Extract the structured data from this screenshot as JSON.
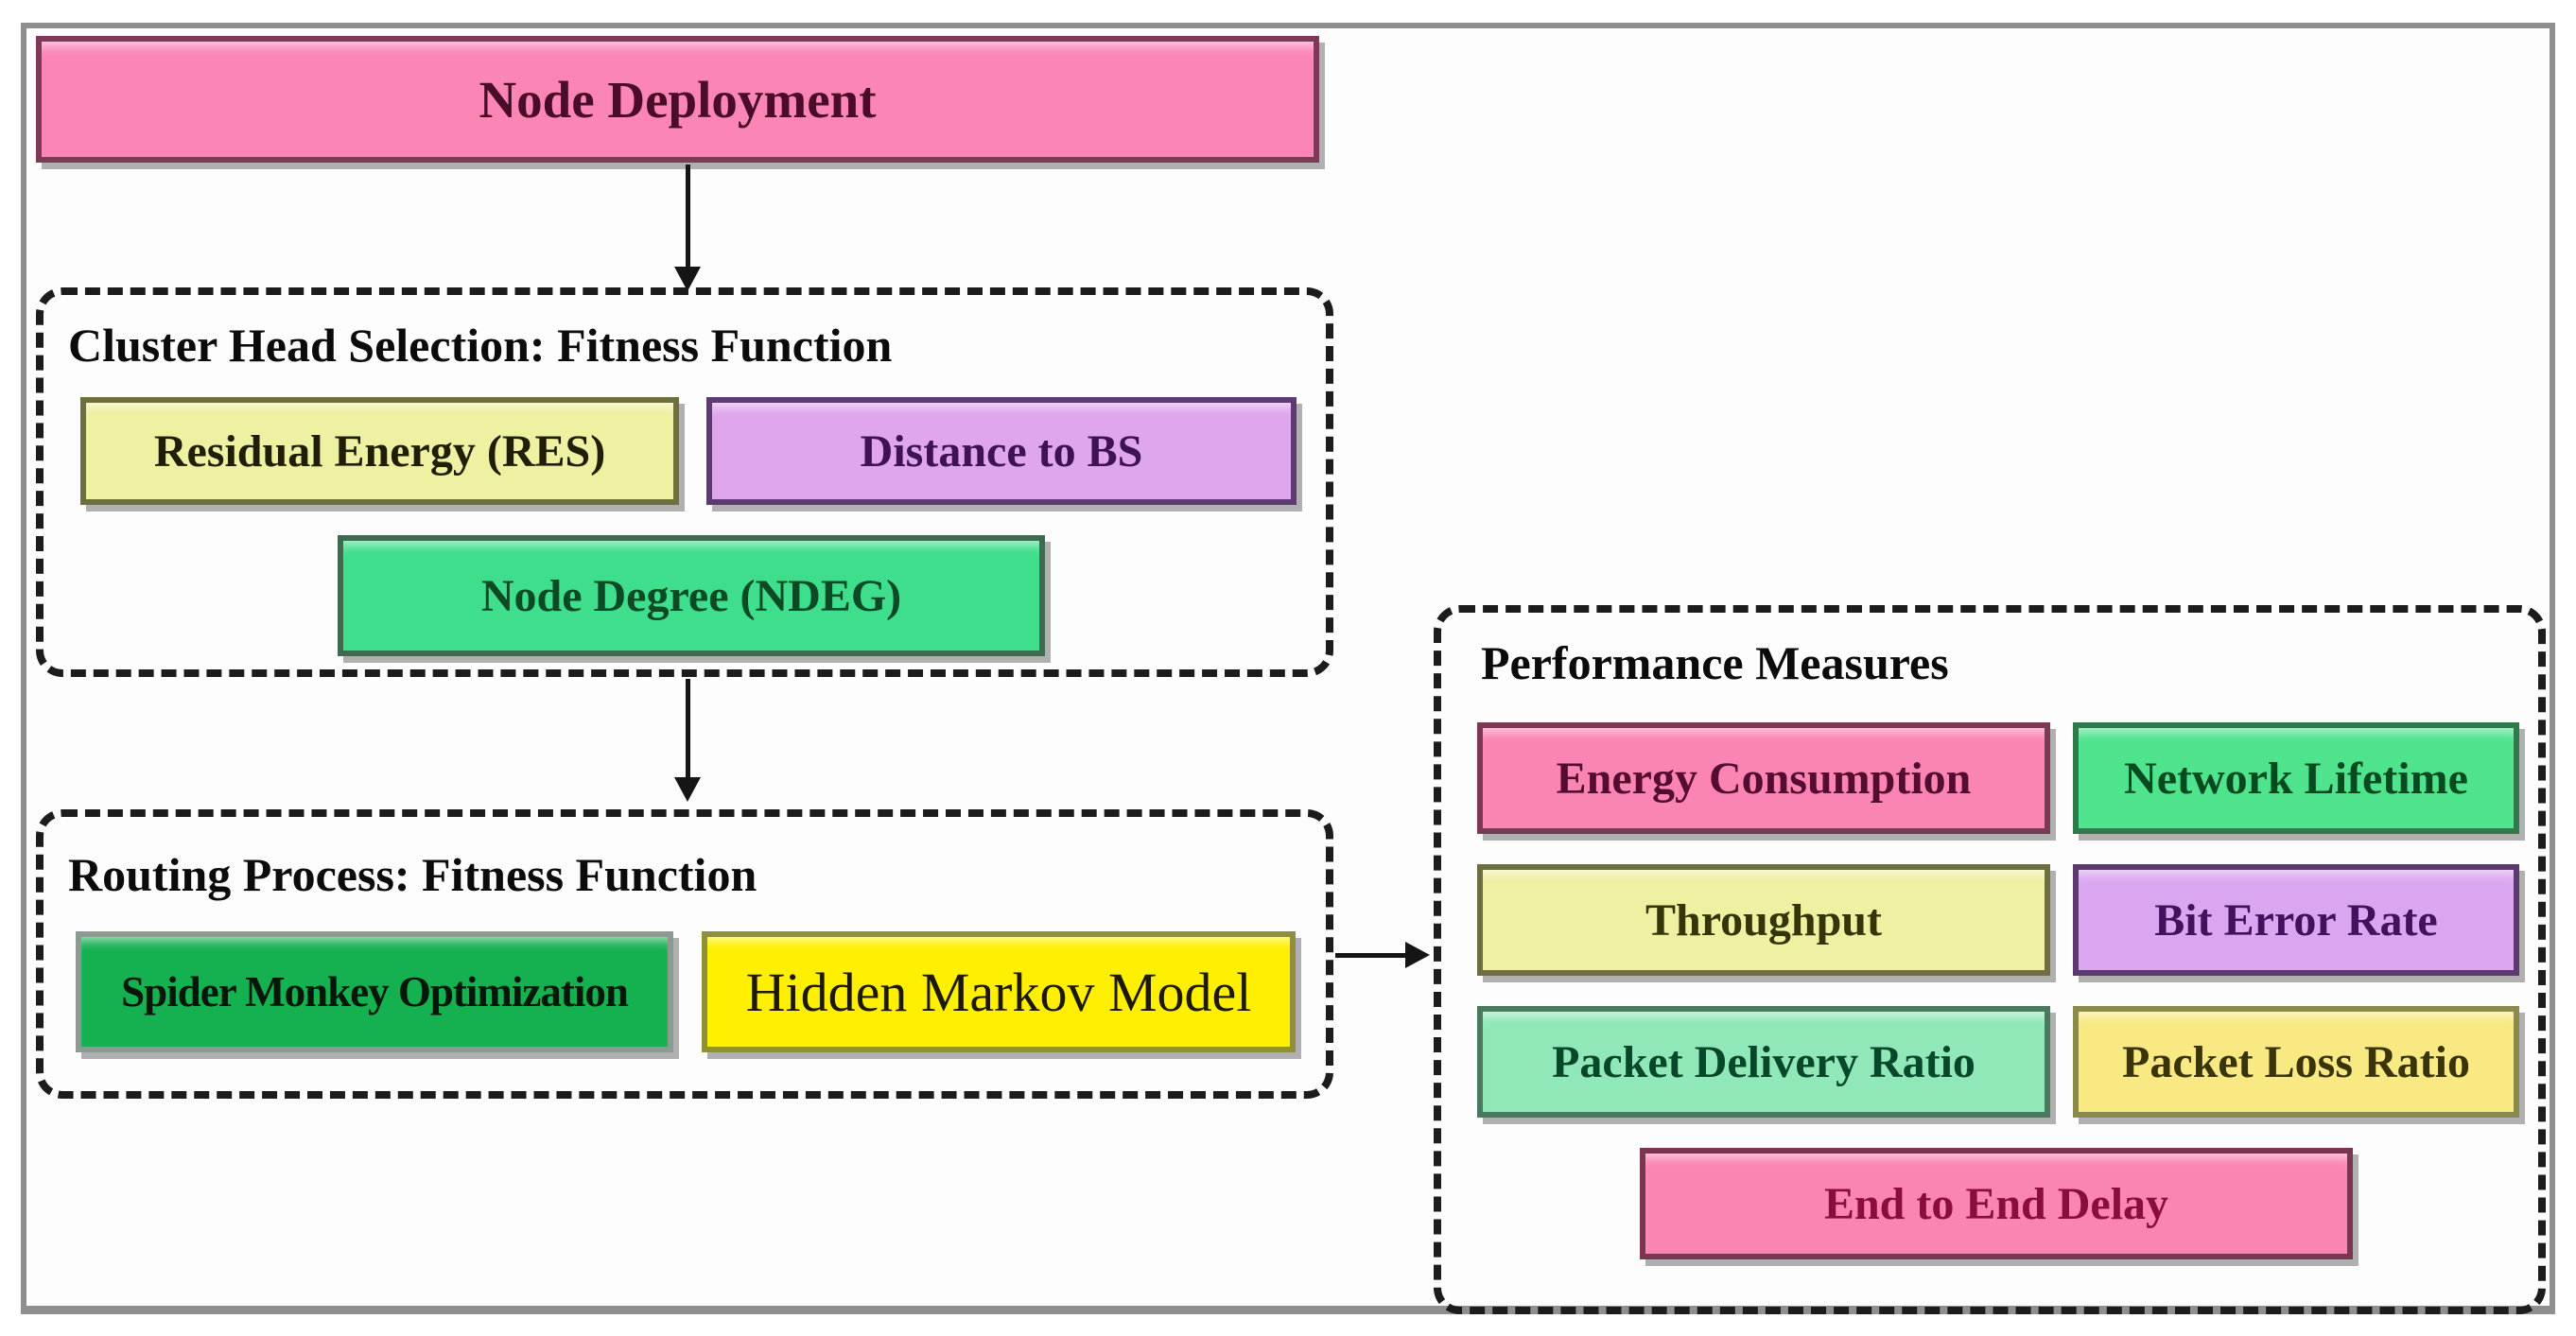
{
  "diagram": {
    "node_deployment": {
      "label": "Node Deployment",
      "bg": "#fb86b6",
      "border": "#7d3a58",
      "text": "#4b0c2a"
    },
    "cluster_section": {
      "title": "Cluster Head Selection: Fitness Function",
      "items": [
        {
          "label": "Residual Energy (RES)",
          "bg": "#eef0a2",
          "border": "#6e6e3e",
          "text": "#1f1f08"
        },
        {
          "label": "Distance to BS",
          "bg": "#dfa6ed",
          "border": "#5d3b72",
          "text": "#3f1254"
        },
        {
          "label": "Node Degree (NDEG)",
          "bg": "#3fde8c",
          "border": "#3e6a4e",
          "text": "#0b4a24"
        }
      ]
    },
    "routing_section": {
      "title": "Routing Process: Fitness Function",
      "items": [
        {
          "label": "Spider Monkey Optimization",
          "bg": "#15b150",
          "border": "#8d9a93",
          "text": "#03180a"
        },
        {
          "label": "Hidden Markov Model",
          "bg": "#fef000",
          "border": "#90903a",
          "text": "#1d1800"
        }
      ]
    },
    "performance_section": {
      "title": "Performance Measures",
      "items": [
        {
          "label": "Energy Consumption",
          "bg": "#fa85b2",
          "border": "#7a3a55",
          "text": "#550c30"
        },
        {
          "label": "Network Lifetime",
          "bg": "#4fe38e",
          "border": "#2e7a4c",
          "text": "#064a20"
        },
        {
          "label": "Throughput",
          "bg": "#eef0a2",
          "border": "#6e6e3e",
          "text": "#35350a"
        },
        {
          "label": "Bit Error Rate",
          "bg": "#dba6f0",
          "border": "#5c3a70",
          "text": "#43115e"
        },
        {
          "label": "Packet Delivery Ratio",
          "bg": "#90e7b8",
          "border": "#4a7a5e",
          "text": "#07482a"
        },
        {
          "label": "Packet Loss Ratio",
          "bg": "#f9e983",
          "border": "#8a8a4a",
          "text": "#3a340a"
        },
        {
          "label": "End to End Delay",
          "bg": "#fa85b2",
          "border": "#7a3550",
          "text": "#8b0d3d"
        }
      ]
    },
    "colors": {
      "frame_border": "#8f8f8f",
      "dash_border": "#1c1c1c",
      "arrow": "#151515",
      "shadow": "#9e9e9e",
      "background": "#ffffff"
    }
  }
}
